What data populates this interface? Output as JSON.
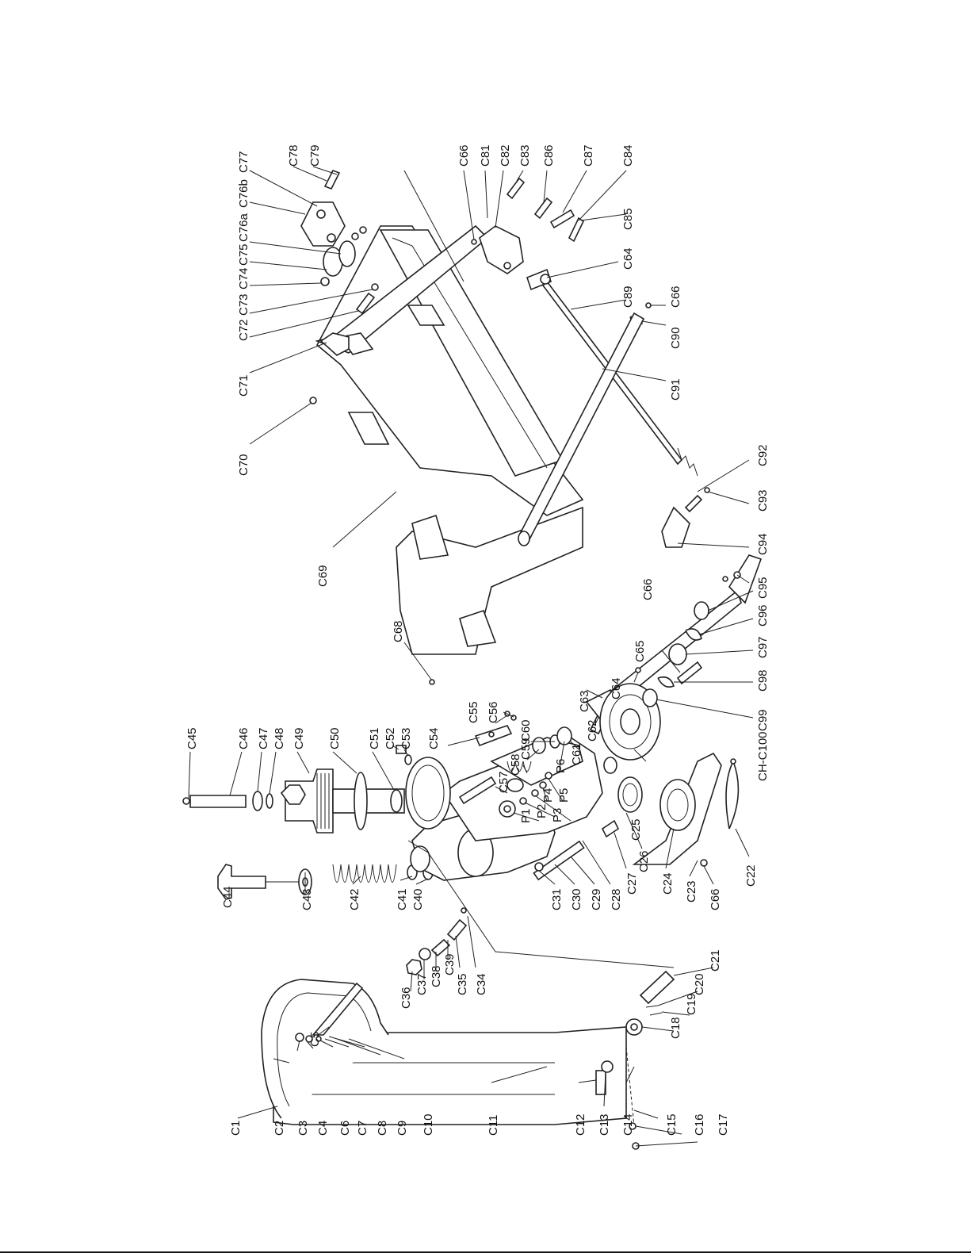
{
  "labels": {
    "left_group": [
      "C1",
      "C2",
      "C3",
      "C4",
      "C5",
      "C6",
      "C7",
      "C8",
      "C9",
      "C10",
      "C11",
      "C12",
      "C13",
      "C14",
      "C15",
      "C16",
      "C17",
      "C18",
      "C19",
      "C20",
      "C21"
    ],
    "valve_group": [
      "C36",
      "C37",
      "C38",
      "C39",
      "C35",
      "C34"
    ],
    "pump_group": [
      "C44",
      "C43",
      "C42",
      "C41",
      "C40",
      "C31",
      "C30",
      "C29",
      "C28",
      "C27",
      "C26",
      "C25",
      "C24",
      "C23",
      "C66",
      "C22"
    ],
    "piston_group": [
      "C45",
      "C46",
      "C47",
      "C48",
      "C49",
      "C50",
      "C51",
      "C52",
      "C53",
      "C54",
      "C55",
      "C56",
      "C57",
      "C58",
      "C59",
      "C60",
      "P1",
      "P2",
      "P3",
      "P4",
      "P5",
      "P6",
      "C61",
      "C62"
    ],
    "wheel_group": [
      "C63",
      "C64",
      "C65",
      "C66",
      "CH-C100",
      "C99",
      "C98",
      "C97",
      "C96",
      "C95"
    ],
    "frame_group": [
      "C68",
      "C69",
      "C70",
      "C71",
      "C72",
      "C73",
      "C74",
      "C75",
      "C76a",
      "C76b",
      "C77",
      "C78",
      "C79"
    ],
    "rear_group": [
      "C66",
      "C81",
      "C82",
      "C83",
      "C86",
      "C87",
      "C84",
      "C85",
      "C64",
      "C89",
      "C66",
      "C90",
      "C91",
      "C92",
      "C93",
      "C94"
    ]
  }
}
